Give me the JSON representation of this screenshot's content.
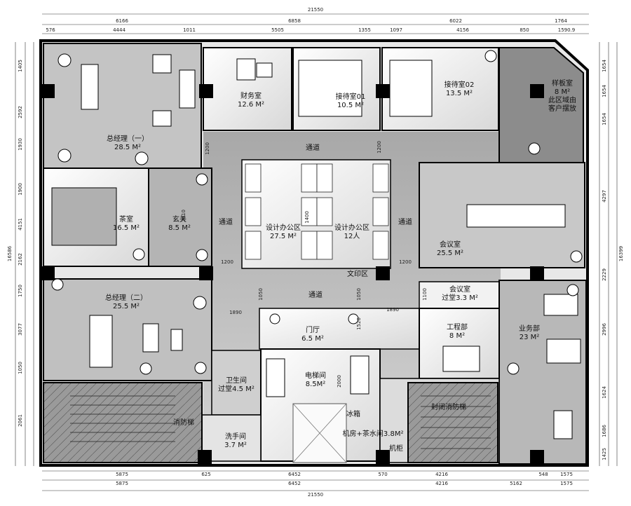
{
  "rooms": {
    "gm1": {
      "name": "总经理（一）",
      "area": "28.5 M²"
    },
    "finance": {
      "name": "财务室",
      "area": "12.6 M²"
    },
    "reception1": {
      "name": "接待室01",
      "area": "10.5 M²"
    },
    "reception2": {
      "name": "接待室02",
      "area": "13.5 M²"
    },
    "sample": {
      "name": "样板室",
      "area": "8 M²",
      "note1": "此区域由",
      "note2": "客户摆放"
    },
    "tea": {
      "name": "茶室",
      "area": "16.5 M²"
    },
    "foyer": {
      "name": "玄关",
      "area": "8.5 M²"
    },
    "design1": {
      "name": "设计办公区",
      "area": "27.5 M²"
    },
    "design2": {
      "name": "设计办公区",
      "area": "12人"
    },
    "meeting": {
      "name": "会议室",
      "area": "25.5 M²"
    },
    "meeting_hall": {
      "name": "会议室",
      "area": "过堂3.3 M²"
    },
    "print": {
      "name": "文印区"
    },
    "gm2": {
      "name": "总经理（二）",
      "area": "25.5 M²"
    },
    "lobby": {
      "name": "门厅",
      "area": "6.5 M²"
    },
    "engineering": {
      "name": "工程部",
      "area": "8 M²"
    },
    "business": {
      "name": "业务部",
      "area": "23 M²"
    },
    "toilet": {
      "name": "卫生间",
      "area": "过堂4.5 M²"
    },
    "elevator": {
      "name": "电梯间",
      "area": "8.5M²"
    },
    "washroom": {
      "name": "洗手间",
      "area": "3.7 M²"
    },
    "machine": {
      "name": "机房+茶水间3.8M²"
    },
    "fridge": {
      "name": "冰箱"
    },
    "cabinet": {
      "name": "机柜"
    },
    "stair1": {
      "name": "消防梯"
    },
    "stair2": {
      "name": "封闭消防梯"
    }
  },
  "corridor": {
    "top": "通道",
    "left": "通道",
    "right": "通道",
    "middle": "通道"
  },
  "dims": {
    "top_total": "21550",
    "top_row1": [
      "6166",
      "6858",
      "6022",
      "1764"
    ],
    "top_row2": [
      "576",
      "4444",
      "1011",
      "5505",
      "1355",
      "1097",
      "4156",
      "850",
      "1590.9"
    ],
    "bottom_row1": [
      "5875",
      "625",
      "6452",
      "570",
      "4216",
      "548",
      "1575"
    ],
    "bottom_row2": [
      "5875",
      "6452",
      "4216",
      "5162",
      "1575"
    ],
    "bottom_total": "21550",
    "left_total": "16586",
    "left_row": [
      "1405",
      "2592",
      "1930",
      "1900",
      "4151",
      "2162",
      "1750",
      "3077",
      "1050",
      "2061"
    ],
    "right_total": "16399",
    "right_row": [
      "1654",
      "1654",
      "1654",
      "4297",
      "2229",
      "2996",
      "1624",
      "1686",
      "1425"
    ],
    "inner": [
      "1200",
      "1200",
      "1200",
      "1200",
      "2010",
      "1050",
      "1050",
      "1890",
      "1890",
      "2000",
      "1100",
      "1400",
      "1520"
    ]
  }
}
